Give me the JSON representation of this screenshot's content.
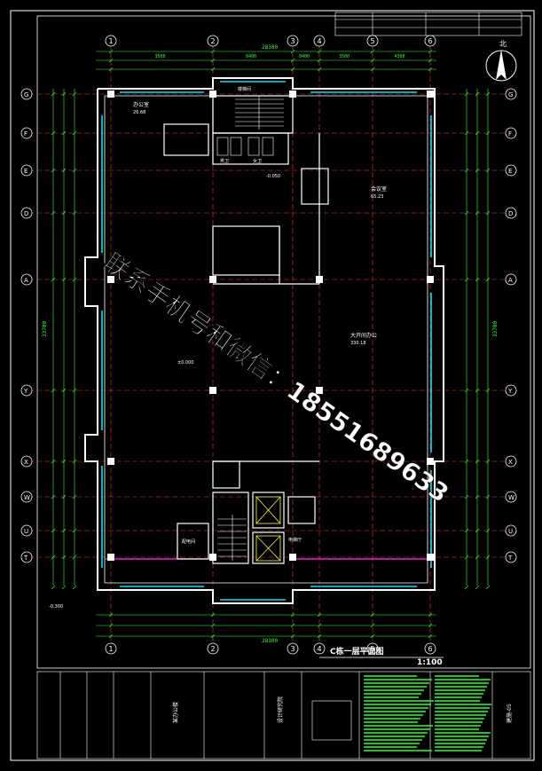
{
  "drawing": {
    "title": "C栋一层平面图",
    "scale": "1:100",
    "north_label": "北",
    "watermark": "联系手机号和微信：18551689633",
    "colors": {
      "background": "#000000",
      "wall": "#ffffff",
      "axis": "#ff3030",
      "dimension": "#33ff33",
      "window": "#00e5ff",
      "partition": "#ff33ff",
      "watermark": "#ffffff"
    }
  },
  "axes": {
    "top_numbers": [
      "1",
      "2",
      "3",
      "4",
      "5",
      "6"
    ],
    "left_letters": [
      "G",
      "F",
      "E",
      "D",
      "A",
      "Y",
      "X",
      "W",
      "U",
      "T"
    ],
    "right_letters": [
      "G",
      "F",
      "E",
      "D",
      "A",
      "Y",
      "X",
      "W",
      "U",
      "T"
    ]
  },
  "dimensions": {
    "overall_width": "28100",
    "top_segments": [
      "3500",
      "8400",
      "8400",
      "3500",
      "4300"
    ],
    "total_height": "33700"
  },
  "rooms": [
    {
      "name": "办公室",
      "area": "26.68"
    },
    {
      "name": "大开间办公",
      "area": "330.18"
    },
    {
      "name": "会议室",
      "area": "65.23"
    },
    {
      "name": "男卫",
      "area": ""
    },
    {
      "name": "女卫",
      "area": ""
    },
    {
      "name": "楼梯间",
      "area": ""
    },
    {
      "name": "电梯厅",
      "area": ""
    },
    {
      "name": "配电间",
      "area": ""
    }
  ],
  "elevations": [
    "±0.000",
    "-0.050",
    "-0.300"
  ],
  "title_block": {
    "company": "设计研究院",
    "project": "某办公楼",
    "sheet_no": "建施-05"
  }
}
